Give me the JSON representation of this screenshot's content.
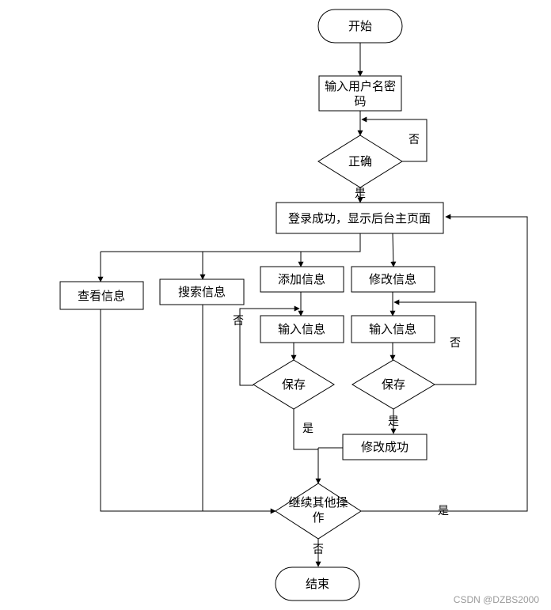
{
  "nodes": {
    "start": "开始",
    "input_user_l1": "输入用户名密",
    "input_user_l2": "码",
    "correct": "正确",
    "login_success": "登录成功，显示后台主页面",
    "view_info": "查看信息",
    "search_info": "搜索信息",
    "add_info": "添加信息",
    "modify_info": "修改信息",
    "input_info_add": "输入信息",
    "input_info_mod": "输入信息",
    "save_add": "保存",
    "save_mod": "保存",
    "modify_success": "修改成功",
    "continue_l1": "继续其他操",
    "continue_l2": "作",
    "end": "结束"
  },
  "labels": {
    "no_login": "否",
    "yes_login": "是",
    "no_add": "否",
    "yes_add": "是",
    "no_mod": "否",
    "yes_mod": "是",
    "yes_continue": "是",
    "no_continue": "否"
  },
  "watermark": "CSDN @DZBS2000",
  "colors": {
    "stroke": "#000000",
    "fill": "#ffffff",
    "watermark": "#9a9a9a"
  }
}
